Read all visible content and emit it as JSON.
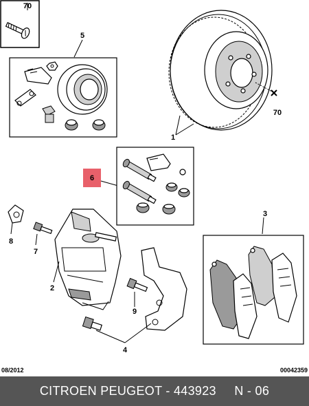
{
  "callouts": {
    "c70_top": "70",
    "c5": "5",
    "c70_disc": "70",
    "c1": "1",
    "c6": "6",
    "c8": "8",
    "c7": "7",
    "c3": "3",
    "c2": "2",
    "c9": "9",
    "c4": "4"
  },
  "colors": {
    "highlight": "#e8606a",
    "title_bar": "#555555"
  },
  "footer": {
    "date": "08/2012",
    "code": "00042359"
  },
  "title_bar": {
    "text": "CITROEN PEUGEOT - 443923     N - 06"
  }
}
